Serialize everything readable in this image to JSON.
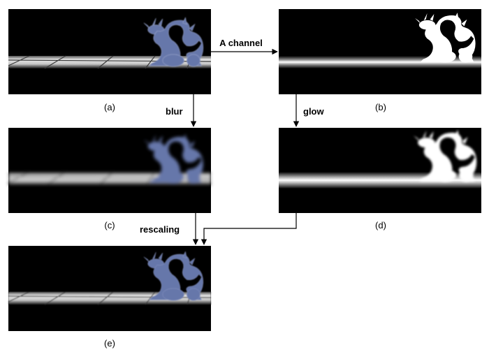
{
  "panels": {
    "a": {
      "caption": "(a)",
      "content": "original render: dragon on tiled floor"
    },
    "b": {
      "caption": "(b)",
      "content": "alpha channel mask"
    },
    "c": {
      "caption": "(c)",
      "content": "blurred render"
    },
    "d": {
      "caption": "(d)",
      "content": "glowed alpha mask"
    },
    "e": {
      "caption": "(e)",
      "content": "rescaled composite"
    }
  },
  "edges": {
    "a_to_b": "A channel",
    "a_to_c": "blur",
    "b_to_d": "glow",
    "c_to_e": "rescaling"
  },
  "colors": {
    "background": "#ffffff",
    "panel": "#000000",
    "dragon": "#6677aa",
    "mask": "#ffffff"
  }
}
